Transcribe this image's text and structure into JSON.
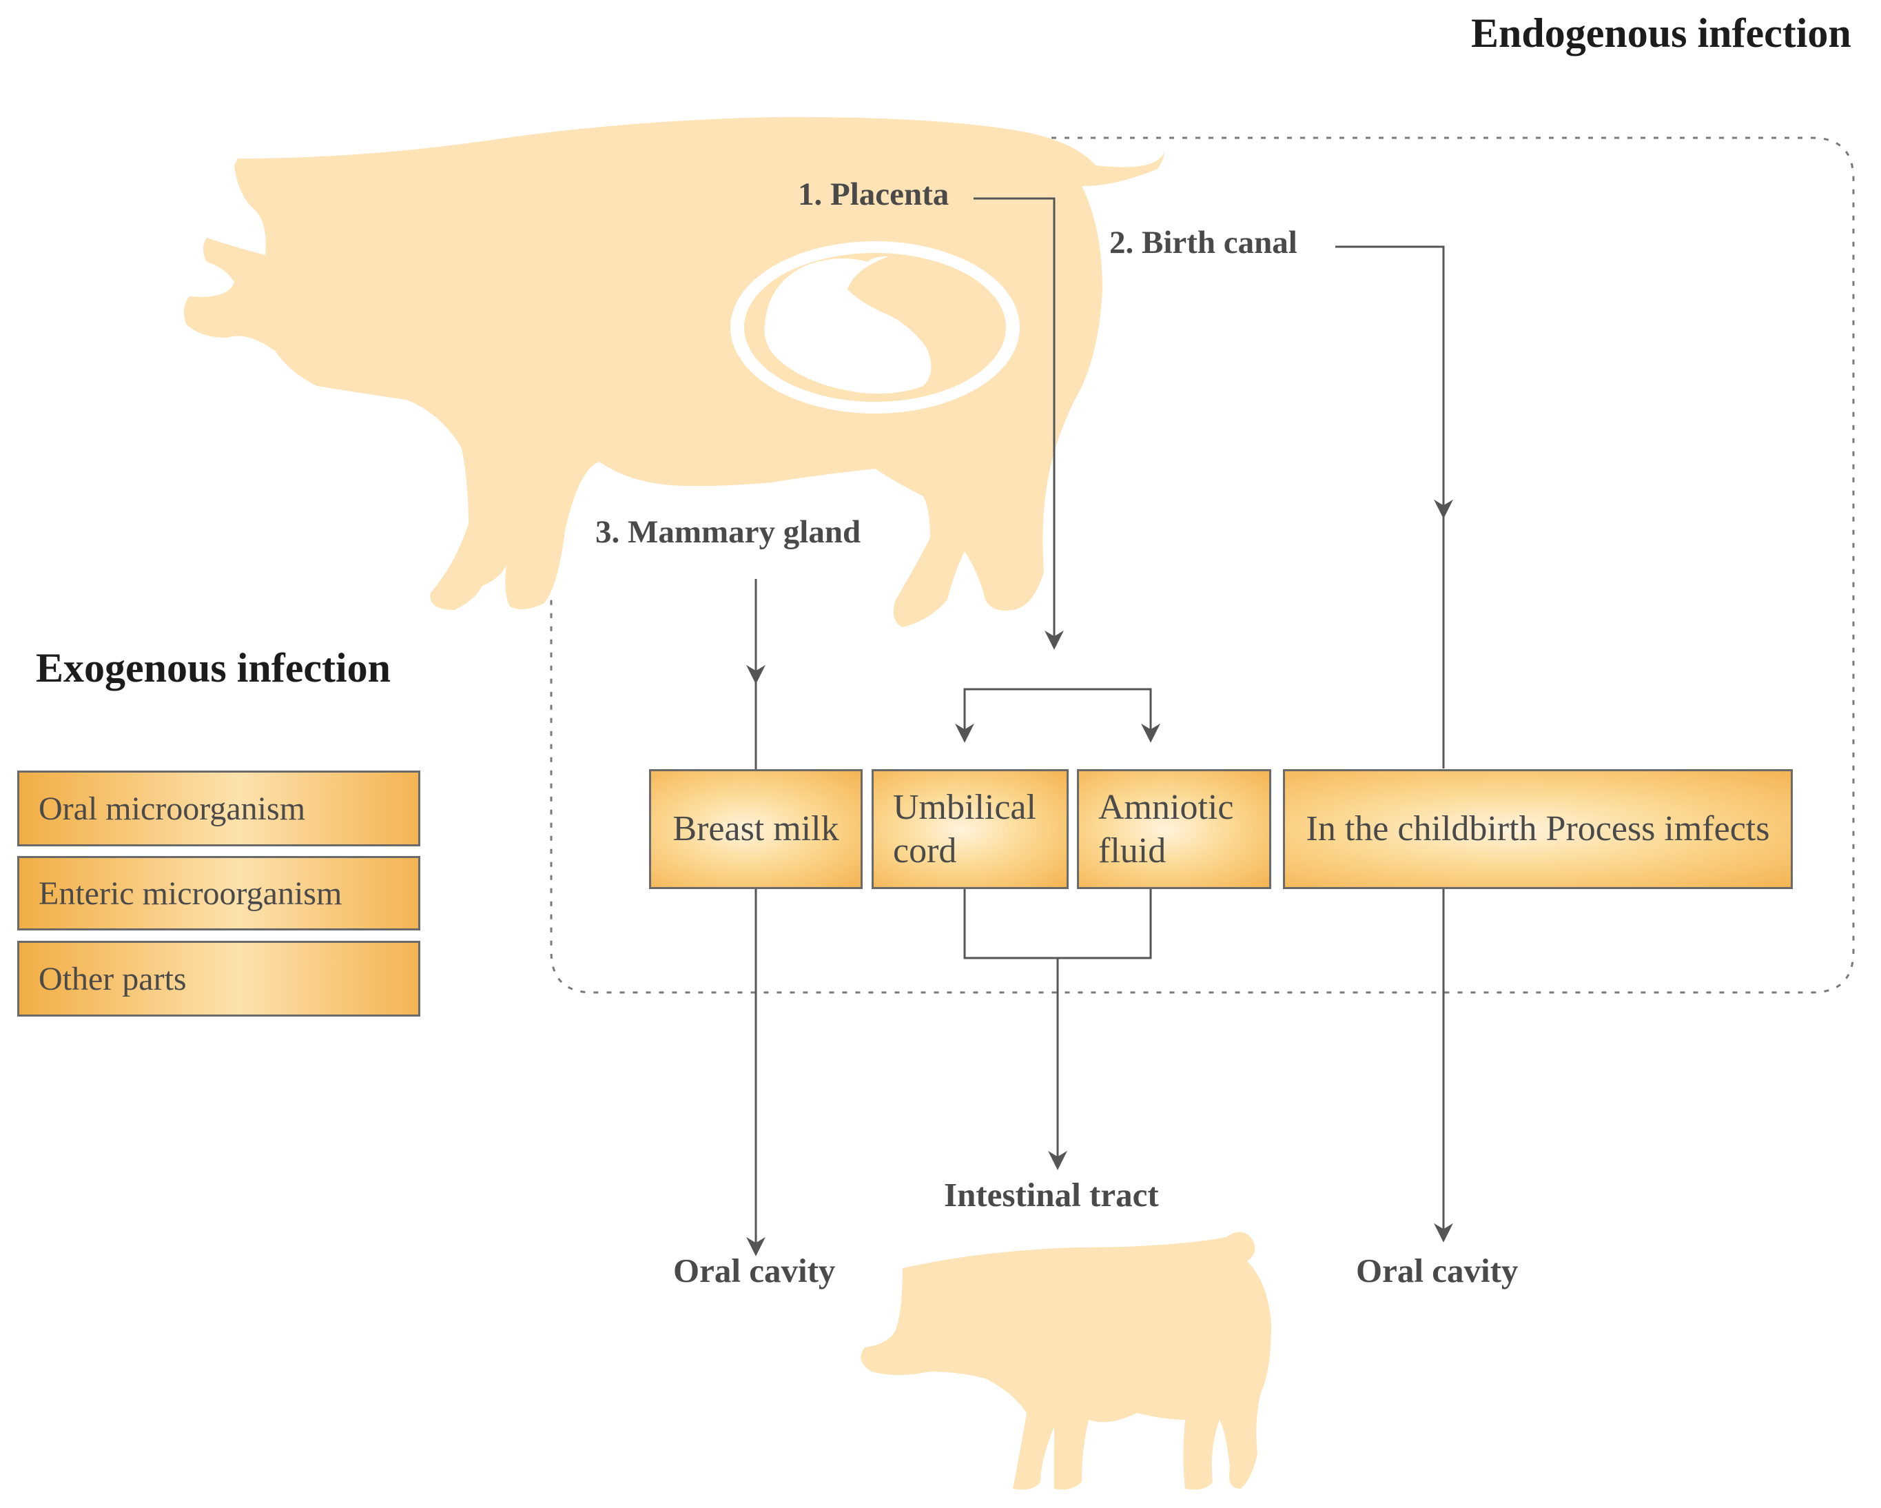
{
  "headings": {
    "endogenous": "Endogenous infection",
    "exogenous": "Exogenous infection"
  },
  "routes": {
    "placenta": "1. Placenta",
    "birth_canal": "2. Birth canal",
    "mammary_gland": "3. Mammary gland"
  },
  "exogenous_sources": [
    "Oral microorganism",
    "Enteric microorganism",
    "Other parts"
  ],
  "transmission_nodes": {
    "breast_milk": "Breast milk",
    "umbilical_cord": "Umbilical cord",
    "amniotic_fluid": "Amniotic fluid",
    "childbirth": "In the childbirth Process imfects"
  },
  "outcomes": {
    "oral_cavity_left": "Oral cavity",
    "intestinal_tract": "Intestinal tract",
    "oral_cavity_right": "Oral cavity"
  },
  "colors": {
    "silhouette": "#fde3b6",
    "box_edge": "#f4b452",
    "box_center": "#fff3dc",
    "line": "#555555"
  }
}
